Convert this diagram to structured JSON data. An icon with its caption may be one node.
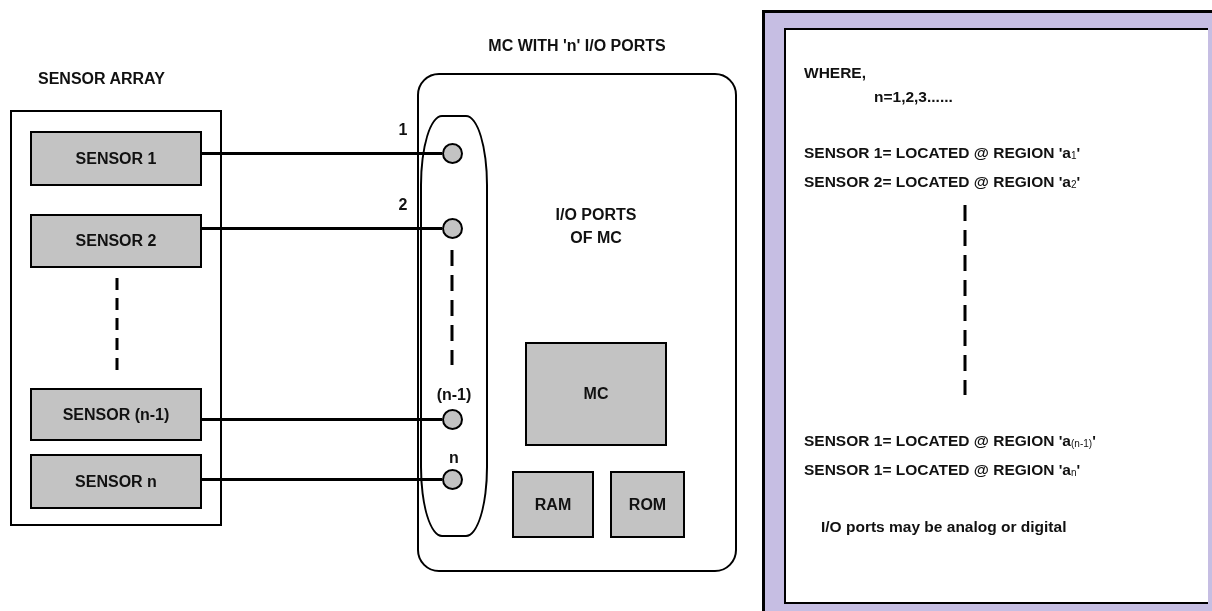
{
  "diagram": {
    "nodes": [
      {
        "text": [
          "SENSOR ARRAY"
        ]
      },
      {
        "text": [
          "SENSOR 1"
        ],
        "in": 0
      },
      {
        "text": [
          "SENSOR 2"
        ],
        "in": 0
      },
      {
        "text": [
          "SENSOR (n-1)"
        ],
        "in": 0
      },
      {
        "text": [
          "SENSOR n"
        ],
        "in": 0
      },
      {
        "text": [
          "MC WITH 'n' I/O PORTS"
        ]
      },
      {
        "text": [],
        "shape": "box",
        "in": 5
      },
      {
        "text": [],
        "shape": "circle",
        "in": 6,
        "beside": [
          "1"
        ]
      },
      {
        "text": [],
        "shape": "circle",
        "in": 6,
        "beside": [
          "2"
        ]
      },
      {
        "text": [],
        "shape": "circle",
        "in": 6,
        "beside": [
          "(n-1)"
        ]
      },
      {
        "text": [],
        "shape": "circle",
        "in": 6,
        "beside": [
          "n"
        ]
      },
      {
        "text": [
          "MC"
        ],
        "in": 5
      },
      {
        "text": [
          "RAM"
        ],
        "in": 5
      },
      {
        "text": [
          "ROM"
        ],
        "in": 5
      },
      {
        "text": [
          "WHERE,",
          "n=1,2,3......",
          "SENSOR 1= LOCATED @ REGION 'a$_{1}$'",
          "SENSOR 2= LOCATED @ REGION 'a$_{2}$'",
          "SENSOR 1= LOCATED @ REGION 'a$_{(n-1)}$'",
          "SENSOR 1= LOCATED @ REGION 'a$_{n}$'",
          "I/O ports may be analog or digital"
        ]
      }
    ],
    "edges": [
      {
        "from": 1,
        "to": 7,
        "arrow": "none"
      },
      {
        "from": 2,
        "to": 8,
        "arrow": "none"
      },
      {
        "from": 3,
        "to": 9,
        "arrow": "none"
      },
      {
        "from": 4,
        "to": 10,
        "arrow": "none"
      }
    ],
    "labels": [
      "I/O PORTS OF MC"
    ]
  }
}
